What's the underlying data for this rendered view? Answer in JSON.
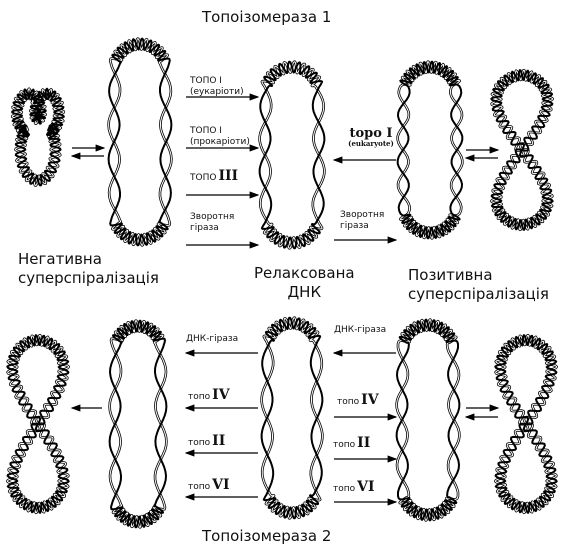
{
  "titles": {
    "top": "Топоізомераза 1",
    "bottom": "Топоізомераза 2"
  },
  "states": {
    "negative": [
      "Негативна",
      "суперспіралізація"
    ],
    "relaxed": [
      "Релаксована",
      "ДНК"
    ],
    "positive": [
      "Позитивна",
      "суперспіралізація"
    ]
  },
  "top_left": {
    "topo1_euk": [
      "ТОПО I",
      "(еукаріоти)"
    ],
    "topo1_prok": [
      "ТОПО I",
      "(прокаріоти)"
    ],
    "topo3": {
      "prefix": "ТОПО",
      "num": "III"
    },
    "reverse_gyrase": [
      "Зворотня",
      "гіраза"
    ]
  },
  "top_right": {
    "topo1_en": [
      "topo I",
      "(eukaryote)"
    ],
    "reverse_gyrase": [
      "Зворотня",
      "гіраза"
    ]
  },
  "bottom_left": {
    "gyrase": "ДНК-гіраза",
    "topo4": {
      "prefix": "топо",
      "num": "IV"
    },
    "topo2": {
      "prefix": "топо",
      "num": "II"
    },
    "topo6": {
      "prefix": "топо",
      "num": "VI"
    }
  },
  "bottom_right": {
    "gyrase": "ДНК-гіраза",
    "topo4": {
      "prefix": "топо",
      "num": "IV"
    },
    "topo2": {
      "prefix": "топо",
      "num": "II"
    },
    "topo6": {
      "prefix": "топо",
      "num": "VI"
    }
  }
}
